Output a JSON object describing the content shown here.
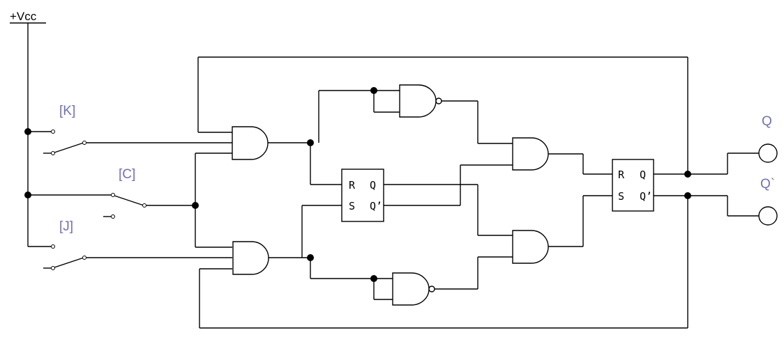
{
  "supply": {
    "label": "+Vcc"
  },
  "inputs": {
    "k_label": "[K]",
    "c_label": "[C]",
    "j_label": "[J]"
  },
  "outputs": {
    "q_label": "Q",
    "qbar_label": "Q`"
  },
  "latch1": {
    "r": "R",
    "q": "Q",
    "s": "S",
    "qbar": "Q’"
  },
  "latch2": {
    "r": "R",
    "q": "Q",
    "s": "S",
    "qbar": "Q’"
  },
  "colors": {
    "label": "#7070b8",
    "wire": "#000000",
    "background": "#ffffff"
  }
}
